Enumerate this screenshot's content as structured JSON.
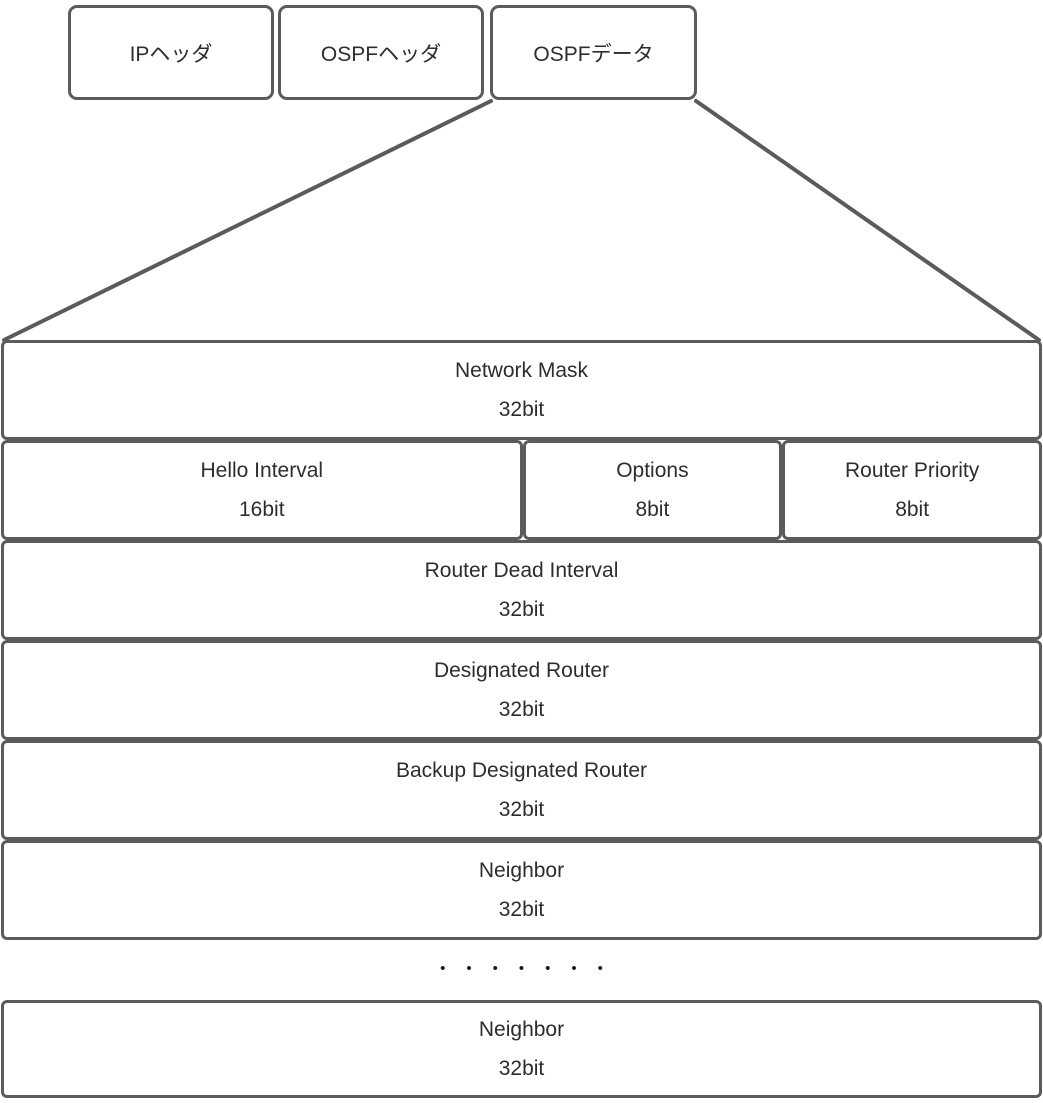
{
  "colors": {
    "line": "#5b5b5b",
    "text": "#2d2d2d"
  },
  "header": {
    "boxes": [
      {
        "label": "IPヘッダ"
      },
      {
        "label": "OSPFヘッダ"
      },
      {
        "label": "OSPFデータ"
      }
    ]
  },
  "packet": {
    "rows": [
      {
        "cells": [
          {
            "name": "Network Mask",
            "size": "32bit"
          }
        ]
      },
      {
        "cells": [
          {
            "name": "Hello Interval",
            "size": "16bit"
          },
          {
            "name": "Options",
            "size": "8bit"
          },
          {
            "name": "Router Priority",
            "size": "8bit"
          }
        ]
      },
      {
        "cells": [
          {
            "name": "Router Dead Interval",
            "size": "32bit"
          }
        ]
      },
      {
        "cells": [
          {
            "name": "Designated Router",
            "size": "32bit"
          }
        ]
      },
      {
        "cells": [
          {
            "name": "Backup Designated Router",
            "size": "32bit"
          }
        ]
      },
      {
        "cells": [
          {
            "name": "Neighbor",
            "size": "32bit"
          }
        ]
      },
      {
        "cells": [
          {
            "name": "Neighbor",
            "size": "32bit"
          }
        ]
      }
    ],
    "ellipsis": "•••••••"
  }
}
